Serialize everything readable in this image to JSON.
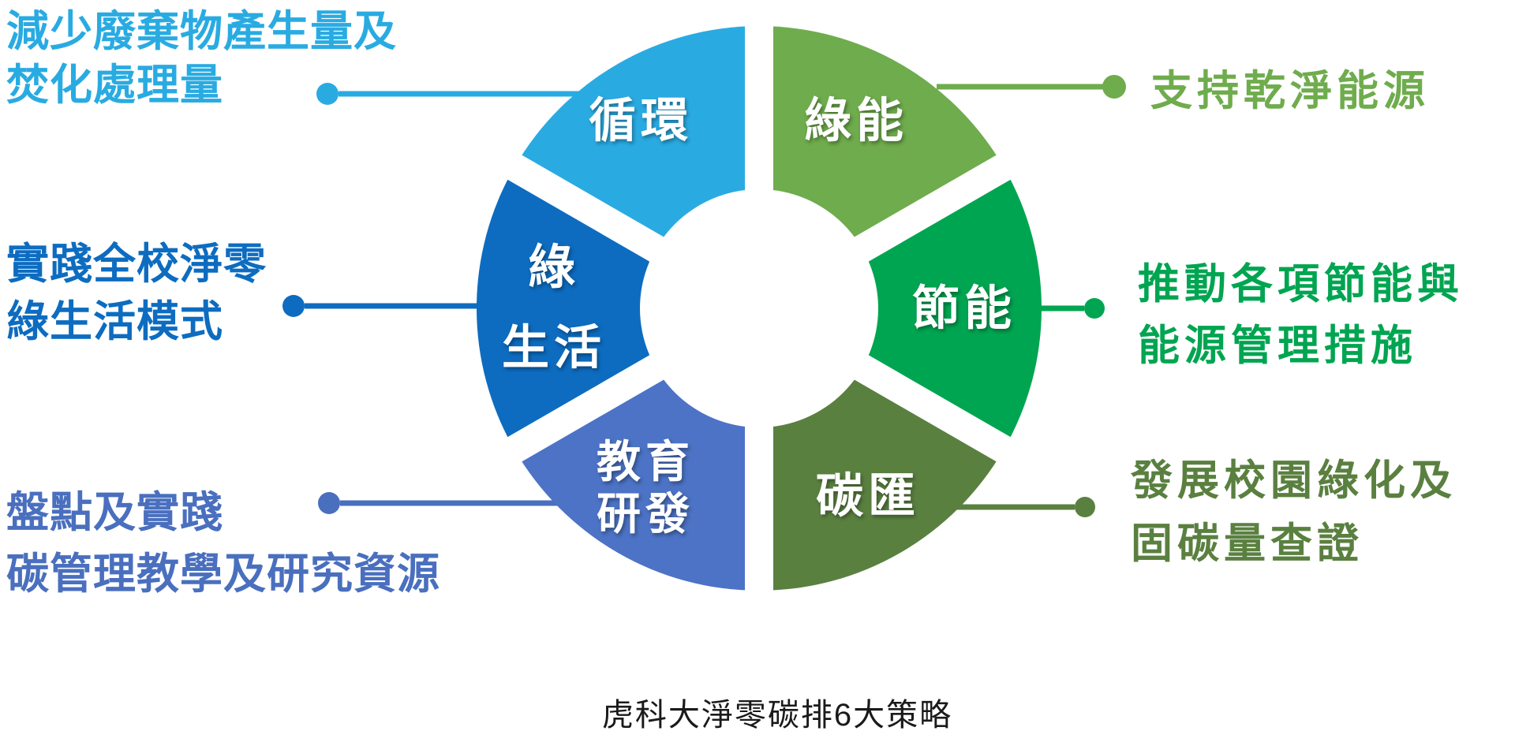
{
  "diagram": {
    "caption": "虎科大淨零碳排6大策略",
    "wheel": {
      "segments": [
        {
          "id": "green-energy",
          "label": "綠能",
          "label_lines": [
            "綠能"
          ],
          "color": "#6FAC4D"
        },
        {
          "id": "energy-saving",
          "label": "節能",
          "label_lines": [
            "節能"
          ],
          "color": "#00A551"
        },
        {
          "id": "carbon-sink",
          "label": "碳匯",
          "label_lines": [
            "碳匯"
          ],
          "color": "#5A8040"
        },
        {
          "id": "education-rnd",
          "label": "教育研發",
          "label_lines": [
            "教育",
            "研發"
          ],
          "color": "#4C73C5"
        },
        {
          "id": "green-living",
          "label": "綠生活",
          "label_lines": [
            "綠",
            "生活"
          ],
          "color": "#0D6CC0"
        },
        {
          "id": "circular",
          "label": "循環",
          "label_lines": [
            "循環"
          ],
          "color": "#29ABE2"
        }
      ]
    },
    "callouts": [
      {
        "id": "circular-desc",
        "segment": "循環",
        "lines": [
          "減少廢棄物產生量及",
          "焚化處理量"
        ],
        "color": "#29ABE2"
      },
      {
        "id": "green-living-desc",
        "segment": "綠生活",
        "lines": [
          "實踐全校淨零",
          "綠生活模式"
        ],
        "color": "#0D6CC0"
      },
      {
        "id": "education-rnd-desc",
        "segment": "教育研發",
        "lines": [
          "盤點及實踐",
          "碳管理教學及研究資源"
        ],
        "color": "#4A6FBE"
      },
      {
        "id": "green-energy-desc",
        "segment": "綠能",
        "lines": [
          "支持乾淨能源"
        ],
        "color": "#6FAC4D"
      },
      {
        "id": "energy-saving-desc",
        "segment": "節能",
        "lines": [
          "推動各項節能與",
          "能源管理措施"
        ],
        "color": "#00A551"
      },
      {
        "id": "carbon-sink-desc",
        "segment": "碳匯",
        "lines": [
          "發展校園綠化及",
          "固碳量查證"
        ],
        "color": "#5A8040"
      }
    ]
  }
}
